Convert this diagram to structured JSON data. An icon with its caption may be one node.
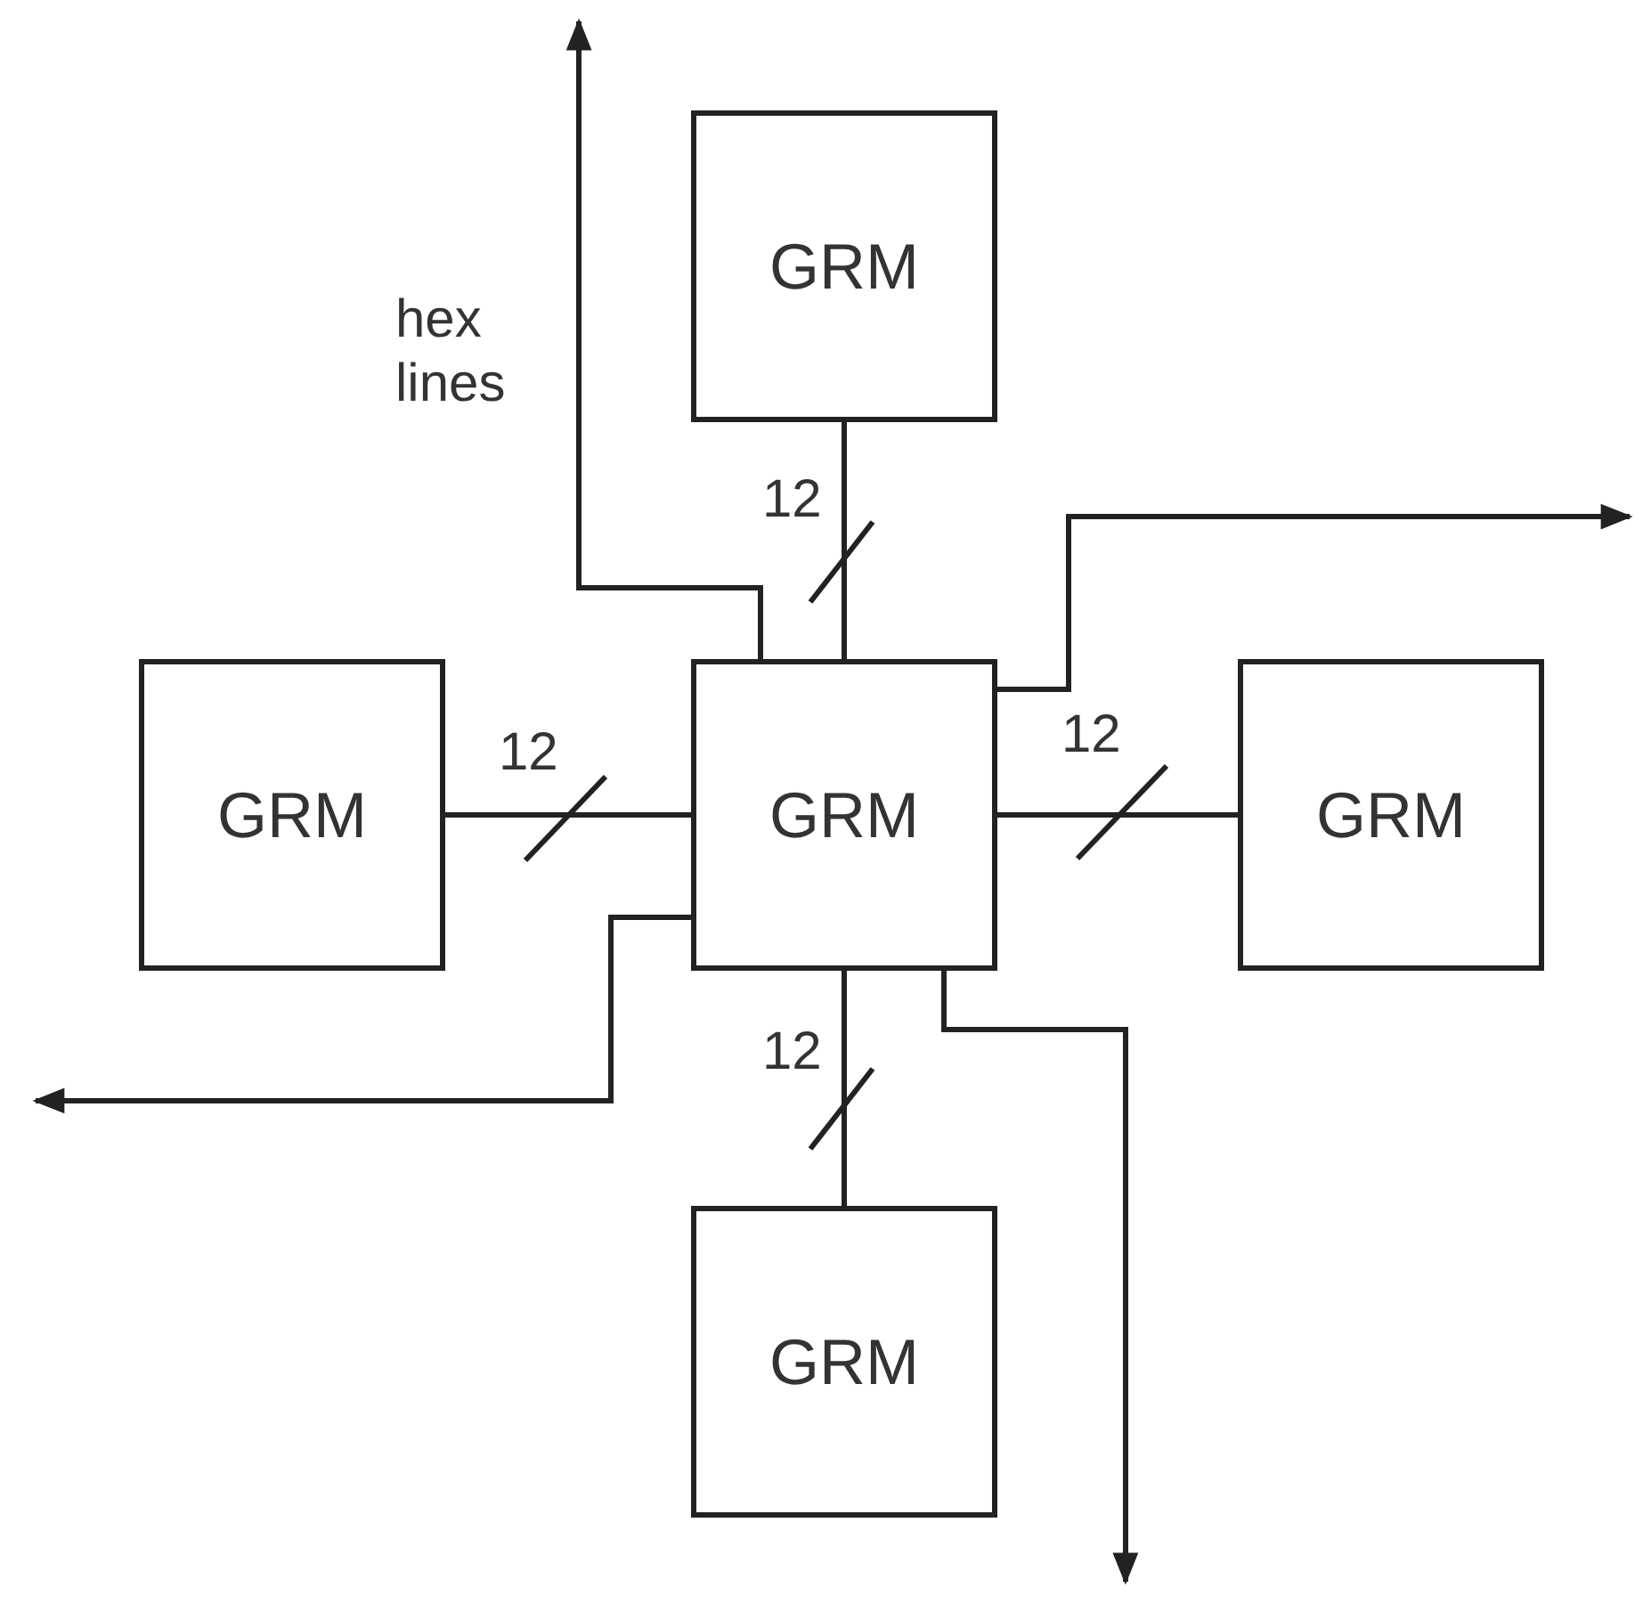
{
  "diagram": {
    "nodes": [
      {
        "text": [
          "GRM"
        ]
      },
      {
        "text": [
          "GRM"
        ]
      },
      {
        "text": [
          "GRM"
        ]
      },
      {
        "text": [
          "GRM"
        ]
      },
      {
        "text": [
          "GRM"
        ]
      }
    ],
    "edges": [
      {
        "from": 0,
        "to": 2,
        "arrow": "none",
        "label": "12"
      },
      {
        "from": 1,
        "to": 2,
        "arrow": "none",
        "label": "12"
      },
      {
        "from": 2,
        "to": 3,
        "arrow": "none",
        "label": "12"
      },
      {
        "from": 2,
        "to": 4,
        "arrow": "none",
        "label": "12"
      },
      {
        "from": 2,
        "to": null,
        "arrow": "to"
      },
      {
        "from": 2,
        "to": null,
        "arrow": "to"
      },
      {
        "from": 2,
        "to": null,
        "arrow": "to"
      },
      {
        "from": 2,
        "to": null,
        "arrow": "to"
      }
    ],
    "labels": [
      "hex lines"
    ]
  }
}
